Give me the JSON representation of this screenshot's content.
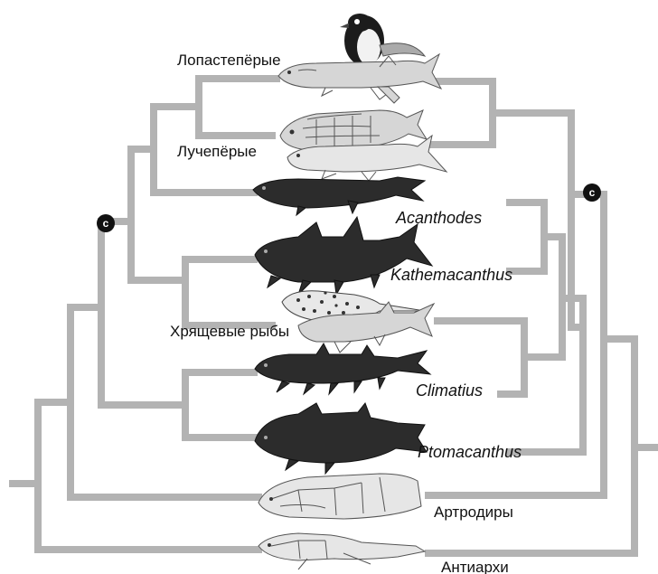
{
  "labels": {
    "sarcopterygii": "Лопастепёрые",
    "actinopterygii": "Лучепёрые",
    "acanthodes": "Acanthodes",
    "kathemacanthus": "Kathemacanthus",
    "chondrichthyes": "Хрящевые рыбы",
    "climatius": "Climatius",
    "ptomacanthus": "Ptomacanthus",
    "arthrodira": "Артродиры",
    "antiarchi": "Антиархи"
  },
  "node_marker": "c",
  "colors": {
    "branch": "#b3b3b3",
    "dark_fish": "#2c2c2c",
    "light_fish": "#d6d6d6",
    "node": "#111111"
  }
}
